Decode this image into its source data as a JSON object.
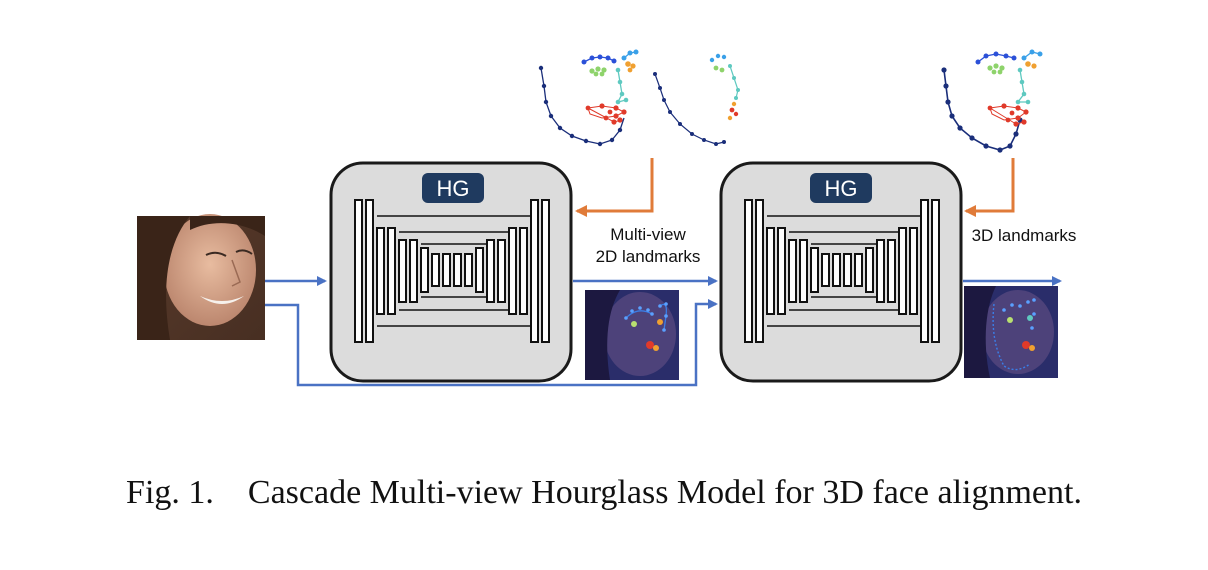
{
  "blocks": [
    {
      "label": "HG"
    },
    {
      "label": "HG"
    }
  ],
  "annotations": {
    "multiview_line1": "Multi-view",
    "multiview_line2": "2D landmarks",
    "landmarks_3d": "3D landmarks"
  },
  "caption": {
    "prefix": "Fig. 1.",
    "text": "Cascade Multi-view Hourglass Model for 3D face alignment."
  },
  "colors": {
    "flow_arrow": "#4a72c4",
    "feedback_arrow": "#e07b39",
    "block_fill": "#dcdcdc",
    "block_border": "#1a1a1a",
    "hg_badge": "#1f3a5f",
    "landmark_jaw": "#1a2e7a",
    "landmark_brow_left": "#2b50d8",
    "landmark_brow_right": "#3aa0e8",
    "landmark_eye_left": "#8ed36b",
    "landmark_eye_right": "#f0a030",
    "landmark_nose": "#5ec9c0",
    "landmark_mouth": "#e03a2a",
    "face_bg": "#2a2d6a"
  },
  "images": [
    {
      "name": "input-face-photo"
    },
    {
      "name": "face-with-2d-landmarks"
    },
    {
      "name": "face-with-3d-landmarks"
    }
  ]
}
